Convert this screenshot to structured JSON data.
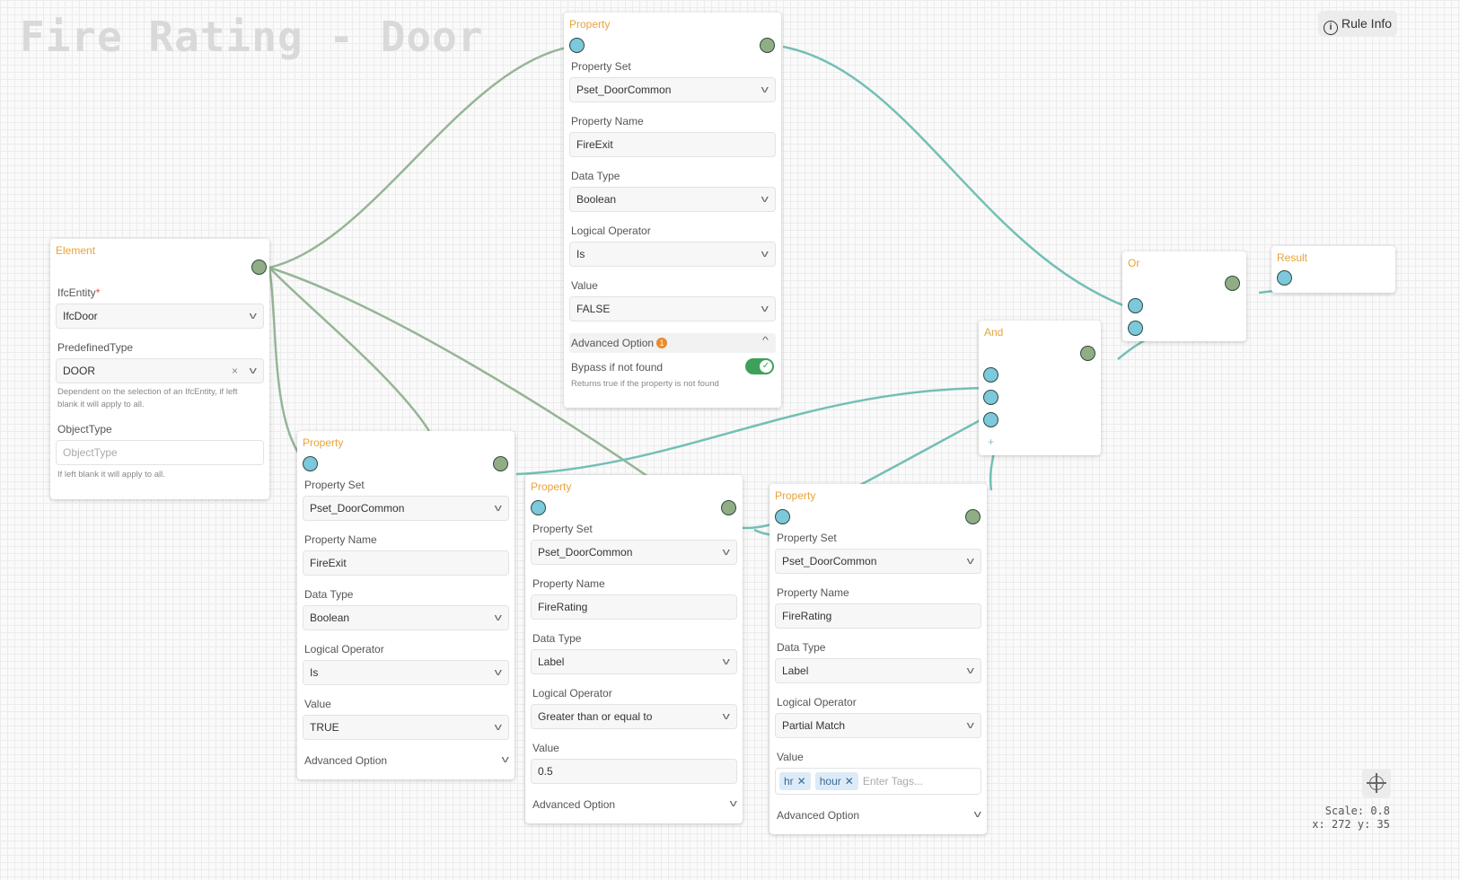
{
  "title": "Fire Rating - Door",
  "toolbar": {
    "rule_info_label": "Rule Info"
  },
  "status": {
    "scale": "Scale: 0.8",
    "coords": "x: 272 y: 35"
  },
  "colors": {
    "node_title": "#e8a33b",
    "input_handle": "#7cc8dd",
    "output_handle": "#91ad86",
    "edge_green": "#96b596",
    "edge_teal": "#74bfb5",
    "toggle_on": "#3ea05a"
  },
  "element_node": {
    "title": "Element",
    "ifc_entity_label": "IfcEntity",
    "required_mark": "*",
    "ifc_entity_value": "IfcDoor",
    "predefined_type_label": "PredefinedType",
    "predefined_type_value": "DOOR",
    "predefined_help_1": "Dependent on the selection of an IfcEntity, if left",
    "predefined_help_2": "blank it will apply to all.",
    "object_type_label": "ObjectType",
    "object_type_placeholder": "ObjectType",
    "object_type_help": "If left blank it will apply to all."
  },
  "property_top": {
    "title": "Property",
    "pset_label": "Property Set",
    "pset_value": "Pset_DoorCommon",
    "name_label": "Property Name",
    "name_value": "FireExit",
    "dtype_label": "Data Type",
    "dtype_value": "Boolean",
    "op_label": "Logical Operator",
    "op_value": "Is",
    "value_label": "Value",
    "value_value": "FALSE",
    "advanced_label": "Advanced Option",
    "advanced_badge": "1",
    "bypass_label": "Bypass if not found",
    "bypass_help": "Returns true if the property is not found",
    "bypass_enabled": true
  },
  "property_left": {
    "title": "Property",
    "pset_label": "Property Set",
    "pset_value": "Pset_DoorCommon",
    "name_label": "Property Name",
    "name_value": "FireExit",
    "dtype_label": "Data Type",
    "dtype_value": "Boolean",
    "op_label": "Logical Operator",
    "op_value": "Is",
    "value_label": "Value",
    "value_value": "TRUE",
    "advanced_label": "Advanced Option"
  },
  "property_mid": {
    "title": "Property",
    "pset_label": "Property Set",
    "pset_value": "Pset_DoorCommon",
    "name_label": "Property Name",
    "name_value": "FireRating",
    "dtype_label": "Data Type",
    "dtype_value": "Label",
    "op_label": "Logical Operator",
    "op_value": "Greater than or equal to",
    "value_label": "Value",
    "value_value": "0.5",
    "advanced_label": "Advanced Option"
  },
  "property_right": {
    "title": "Property",
    "pset_label": "Property Set",
    "pset_value": "Pset_DoorCommon",
    "name_label": "Property Name",
    "name_value": "FireRating",
    "dtype_label": "Data Type",
    "dtype_value": "Label",
    "op_label": "Logical Operator",
    "op_value": "Partial Match",
    "value_label": "Value",
    "tags": [
      "hr",
      "hour"
    ],
    "tag_remove": "✕",
    "tags_placeholder": "Enter Tags...",
    "advanced_label": "Advanced Option"
  },
  "and_node": {
    "title": "And",
    "add_label": "+"
  },
  "or_node": {
    "title": "Or"
  },
  "result_node": {
    "title": "Result"
  },
  "icons": {
    "chevron": "chevron-down-icon",
    "chevron_up": "chevron-up-icon",
    "clear": "close-icon",
    "info": "info-icon",
    "recenter": "crosshair-icon"
  }
}
